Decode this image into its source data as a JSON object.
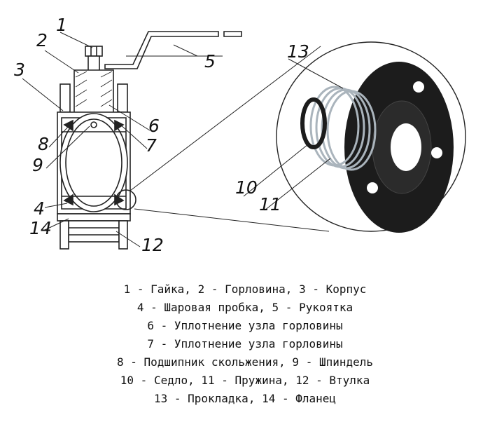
{
  "callouts": {
    "c1": "1",
    "c2": "2",
    "c3": "3",
    "c4": "4",
    "c5": "5",
    "c6": "6",
    "c7": "7",
    "c8": "8",
    "c9": "9",
    "c10": "10",
    "c11": "11",
    "c12": "12",
    "c13": "13",
    "c14": "14"
  },
  "legend": [
    "1 - Гайка, 2 - Горловина, 3 - Корпус",
    "4 - Шаровая пробка, 5 - Рукоятка",
    "6 - Уплотнение узла горловины",
    "7 - Уплотнение узла горловины",
    "8 - Подшипник скольжения, 9 - Шпиндель",
    "10 - Седло, 11 - Пружина, 12 - Втулка",
    "13 - Прокладка, 14 - Фланец"
  ],
  "colors": {
    "line": "#222222",
    "seal": "#1c1c1c",
    "spring": "#aab4bc"
  }
}
